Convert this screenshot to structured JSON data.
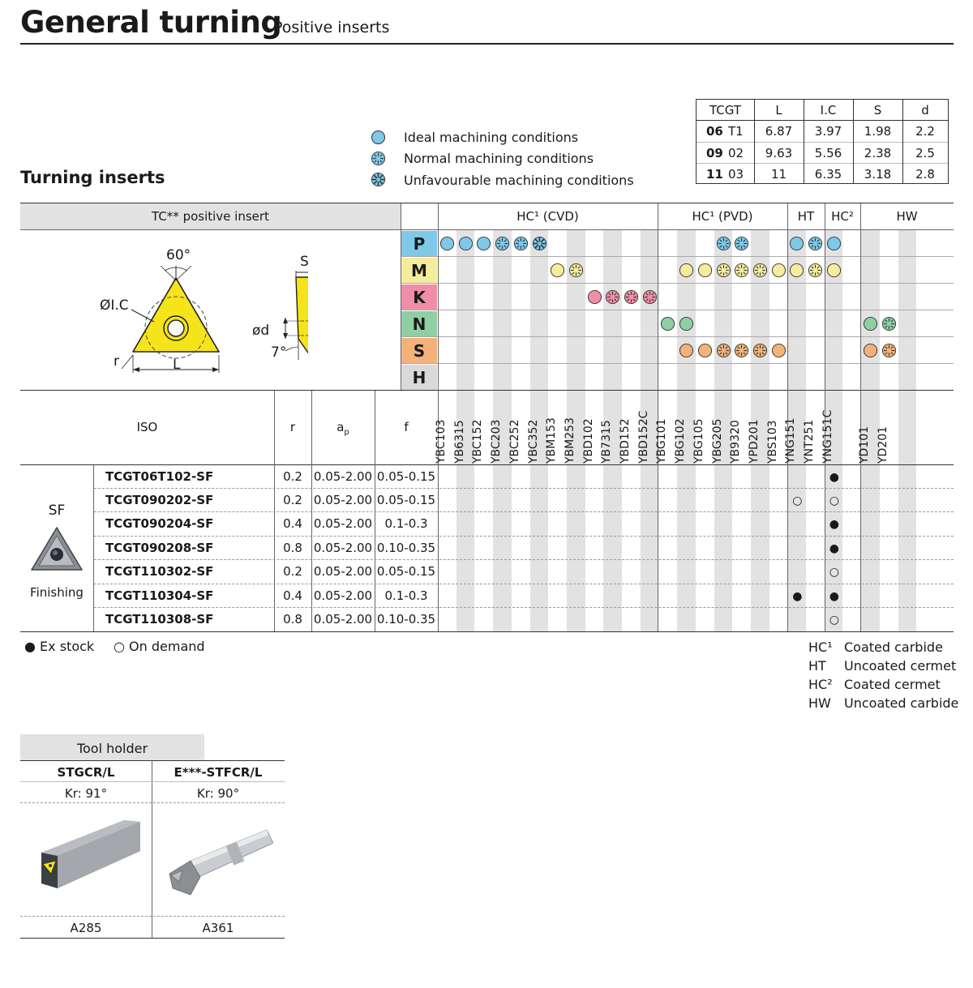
{
  "header": {
    "title": "General turning",
    "subtitle": "Positive inserts"
  },
  "section_title": "Turning inserts",
  "legend_conditions": [
    "Ideal machining conditions",
    "Normal machining conditions",
    "Unfavourable machining conditions"
  ],
  "dims_table": {
    "headers": [
      "TCGT",
      "L",
      "I.C",
      "S",
      "d"
    ],
    "rows": [
      {
        "a": "06",
        "b": "T1",
        "L": "6.87",
        "IC": "3.97",
        "S": "1.98",
        "d": "2.2"
      },
      {
        "a": "09",
        "b": "02",
        "L": "9.63",
        "IC": "5.56",
        "S": "2.38",
        "d": "2.5"
      },
      {
        "a": "11",
        "b": "03",
        "L": "11",
        "IC": "6.35",
        "S": "3.18",
        "d": "2.8"
      }
    ]
  },
  "main_table": {
    "insert_header": "TC** positive insert",
    "group_headers": {
      "cvd": "HC¹ (CVD)",
      "pvd": "HC¹ (PVD)",
      "ht": "HT",
      "hc2": "HC²",
      "hw": "HW"
    },
    "materials": [
      "P",
      "M",
      "K",
      "N",
      "S",
      "H"
    ],
    "material_colors": {
      "P": "#7ec8e8",
      "M": "#f5ed9e",
      "K": "#ef8fa7",
      "N": "#8ecfa4",
      "S": "#f3b27a",
      "H": "#d9d9d9"
    },
    "grades": [
      "YBC103",
      "YB6315",
      "YBC152",
      "YBC203",
      "YBC252",
      "YBC352",
      "YBM153",
      "YBM253",
      "YBD102",
      "YB7315",
      "YBD152",
      "YBD152C",
      "YBG101",
      "YBG102",
      "YBG105",
      "YBG205",
      "YB9320",
      "YPD201",
      "YBS103",
      "YNG151",
      "YNT251",
      "YNG151C",
      "",
      "YD101",
      "YD201",
      ""
    ],
    "iso_header": "ISO",
    "r_header": "r",
    "ap_header": "a",
    "ap_sub": "p",
    "f_header": "f",
    "diagram": {
      "angle": "60°",
      "ic": "ØI.C",
      "r": "r",
      "L": "L",
      "s": "S",
      "d": "ød",
      "clearance": "7°"
    },
    "chipbreaker": "SF",
    "chipbreaker_desc": "Finishing",
    "rows": [
      {
        "iso": "TCGT06T102-SF",
        "r": "0.2",
        "ap": "0.05-2.00",
        "f": "0.05-0.15"
      },
      {
        "iso": "TCGT090202-SF",
        "r": "0.2",
        "ap": "0.05-2.00",
        "f": "0.05-0.15"
      },
      {
        "iso": "TCGT090204-SF",
        "r": "0.4",
        "ap": "0.05-2.00",
        "f": "0.1-0.3"
      },
      {
        "iso": "TCGT090208-SF",
        "r": "0.8",
        "ap": "0.05-2.00",
        "f": "0.10-0.35"
      },
      {
        "iso": "TCGT110302-SF",
        "r": "0.2",
        "ap": "0.05-2.00",
        "f": "0.05-0.15"
      },
      {
        "iso": "TCGT110304-SF",
        "r": "0.4",
        "ap": "0.05-2.00",
        "f": "0.1-0.3"
      },
      {
        "iso": "TCGT110308-SF",
        "r": "0.8",
        "ap": "0.05-2.00",
        "f": "0.10-0.35"
      }
    ],
    "availability_marks": [
      {
        "row": 0,
        "col": 21,
        "mark": "●"
      },
      {
        "row": 1,
        "col": 19,
        "mark": "○"
      },
      {
        "row": 1,
        "col": 21,
        "mark": "○"
      },
      {
        "row": 2,
        "col": 21,
        "mark": "●"
      },
      {
        "row": 3,
        "col": 21,
        "mark": "●"
      },
      {
        "row": 4,
        "col": 21,
        "mark": "○"
      },
      {
        "row": 5,
        "col": 19,
        "mark": "●"
      },
      {
        "row": 5,
        "col": 21,
        "mark": "●"
      },
      {
        "row": 6,
        "col": 21,
        "mark": "○"
      }
    ]
  },
  "stock_legend": {
    "ex_stock": "● Ex stock",
    "on_demand": "○ On demand"
  },
  "grade_legend": [
    {
      "code": "HC¹",
      "desc": "Coated carbide"
    },
    {
      "code": "HT",
      "desc": "Uncoated cermet"
    },
    {
      "code": "HC²",
      "desc": "Coated cermet"
    },
    {
      "code": "HW",
      "desc": "Uncoated carbide"
    }
  ],
  "tool_holder": {
    "title": "Tool holder",
    "items": [
      {
        "name": "STGCR/L",
        "kr": "Kr: 91°",
        "page": "A285"
      },
      {
        "name": "E***-STFCR/L",
        "kr": "Kr: 90°",
        "page": "A361"
      }
    ]
  }
}
